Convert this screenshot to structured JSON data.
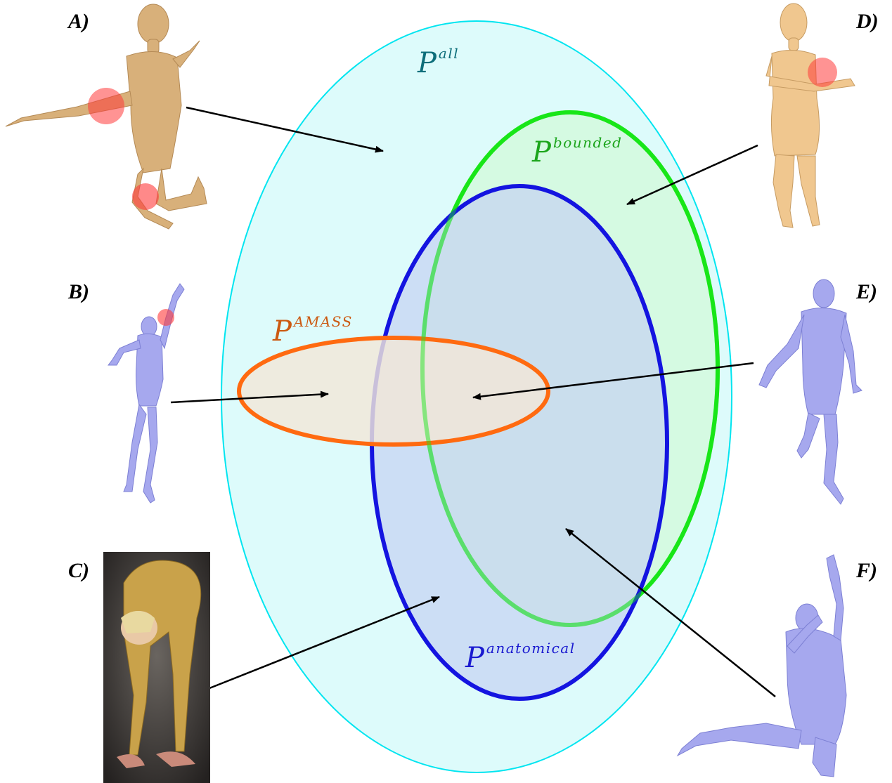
{
  "panel_labels": {
    "a": "A)",
    "b": "B)",
    "c": "C)",
    "d": "D)",
    "e": "E)",
    "f": "F)"
  },
  "sets": {
    "all": {
      "base": "P",
      "sup": "all",
      "color": "#0d6e7a",
      "stroke": "#00e5f0",
      "fill": "#ddfbfb"
    },
    "bounded": {
      "base": "P",
      "sup": "bounded",
      "color": "#1ca51c",
      "stroke": "#19e619",
      "fill": "#d3f9dd"
    },
    "anatomical": {
      "base": "P",
      "sup": "anatomical",
      "color": "#1a1ad0",
      "stroke": "#1414e0",
      "fill": "#cfdcf4"
    },
    "amass": {
      "base": "P",
      "sup": "AMASS",
      "color": "#cc5a12",
      "stroke": "#ff6a10",
      "fill": "#f0e6da"
    }
  },
  "figures": {
    "tan_skin": "#d8b07a",
    "blue_skin": "#a6a8ee",
    "joint_marker": "#ff3b3b",
    "photo_bg": "#3a3632"
  }
}
